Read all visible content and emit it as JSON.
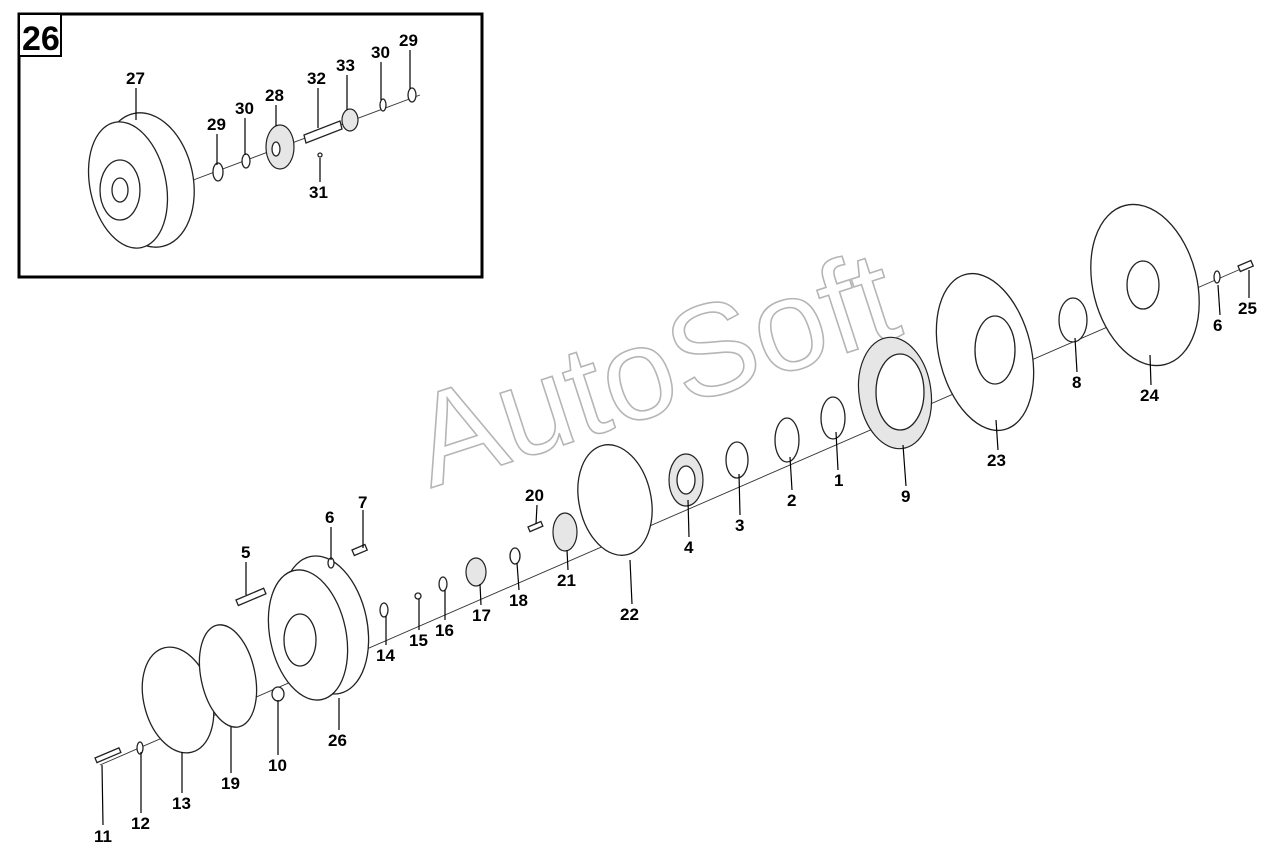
{
  "inset": {
    "number": "26"
  },
  "watermark": "AutoSoft",
  "callouts": [
    {
      "id": "c1",
      "text": "1"
    },
    {
      "id": "c2",
      "text": "2"
    },
    {
      "id": "c3",
      "text": "3"
    },
    {
      "id": "c4",
      "text": "4"
    },
    {
      "id": "c5",
      "text": "5"
    },
    {
      "id": "c6a",
      "text": "6"
    },
    {
      "id": "c6b",
      "text": "6"
    },
    {
      "id": "c7",
      "text": "7"
    },
    {
      "id": "c8",
      "text": "8"
    },
    {
      "id": "c9",
      "text": "9"
    },
    {
      "id": "c10",
      "text": "10"
    },
    {
      "id": "c11",
      "text": "11"
    },
    {
      "id": "c12",
      "text": "12"
    },
    {
      "id": "c13",
      "text": "13"
    },
    {
      "id": "c14",
      "text": "14"
    },
    {
      "id": "c15",
      "text": "15"
    },
    {
      "id": "c16",
      "text": "16"
    },
    {
      "id": "c17",
      "text": "17"
    },
    {
      "id": "c18",
      "text": "18"
    },
    {
      "id": "c19",
      "text": "19"
    },
    {
      "id": "c20",
      "text": "20"
    },
    {
      "id": "c21",
      "text": "21"
    },
    {
      "id": "c22",
      "text": "22"
    },
    {
      "id": "c23",
      "text": "23"
    },
    {
      "id": "c24",
      "text": "24"
    },
    {
      "id": "c25",
      "text": "25"
    },
    {
      "id": "c26",
      "text": "26"
    },
    {
      "id": "c27",
      "text": "27"
    },
    {
      "id": "c28",
      "text": "28"
    },
    {
      "id": "c29a",
      "text": "29"
    },
    {
      "id": "c29b",
      "text": "29"
    },
    {
      "id": "c30a",
      "text": "30"
    },
    {
      "id": "c30b",
      "text": "30"
    },
    {
      "id": "c31",
      "text": "31"
    },
    {
      "id": "c32",
      "text": "32"
    },
    {
      "id": "c33",
      "text": "33"
    }
  ]
}
